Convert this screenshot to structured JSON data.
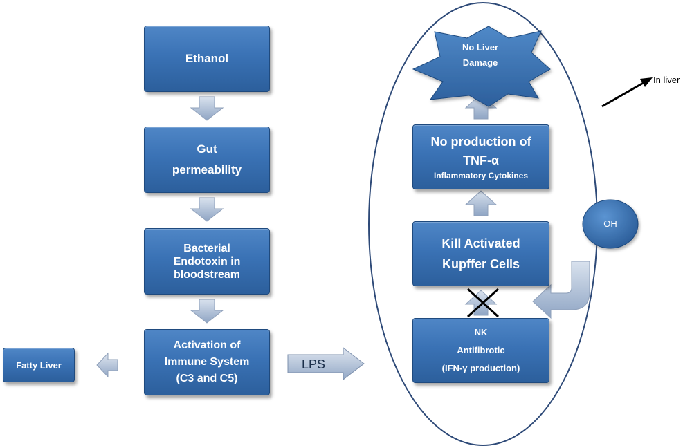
{
  "flow_left": {
    "ethanol": "Ethanol",
    "gut": [
      "Gut",
      "permeability"
    ],
    "bacterial": [
      "Bacterial",
      "Endotoxin in",
      "bloodstream"
    ],
    "activation": [
      "Activation of",
      "Immune System",
      "(C3 and C5)"
    ],
    "fatty_liver": "Fatty Liver"
  },
  "lps_label": "LPS",
  "liver_oval": {
    "damage": [
      "No Liver",
      "Damage"
    ],
    "tnf": [
      "No production of",
      "TNF-α",
      "Inflammatory Cytokines"
    ],
    "kill": [
      "Kill Activated",
      "Kupffer Cells"
    ],
    "nk": [
      "NK",
      "Antifibrotic",
      "(IFN-γ production)"
    ]
  },
  "oh_label": "OH",
  "in_liver_label": "In liver",
  "colors": {
    "box_blue": "#3a72b5",
    "box_border": "#1f4a7e",
    "arrow_grey_blue": "#a9bbd4",
    "oval_stroke": "#2e4a78"
  }
}
